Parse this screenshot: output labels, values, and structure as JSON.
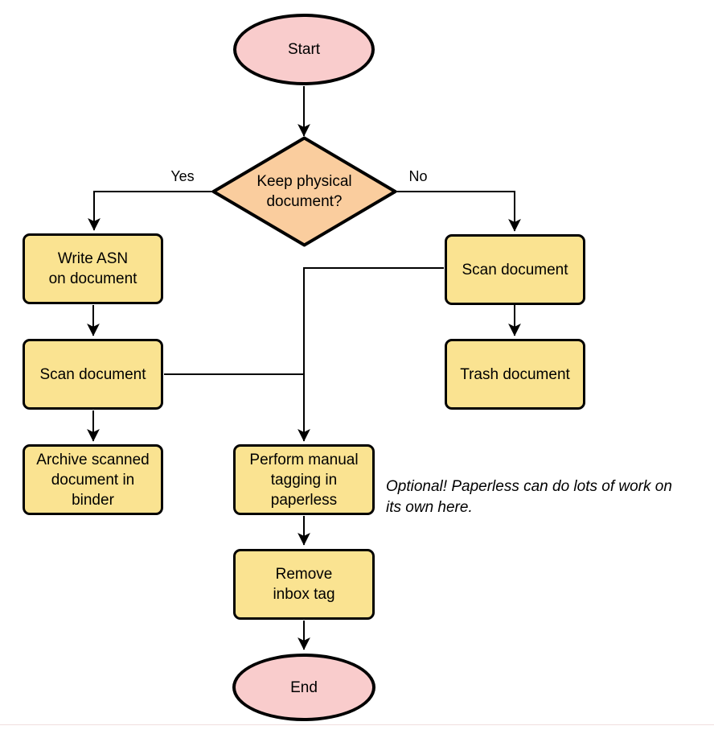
{
  "diagram": {
    "nodes": {
      "start": {
        "label": "Start",
        "shape": "terminal"
      },
      "decision": {
        "label": "Keep physical\ndocument?",
        "shape": "decision"
      },
      "write_asn": {
        "label": "Write ASN\non document",
        "shape": "process"
      },
      "scan_left": {
        "label": "Scan document",
        "shape": "process"
      },
      "archive": {
        "label": "Archive scanned\ndocument in\nbinder",
        "shape": "process"
      },
      "scan_right": {
        "label": "Scan document",
        "shape": "process"
      },
      "trash": {
        "label": "Trash document",
        "shape": "process"
      },
      "tagging": {
        "label": "Perform manual\ntagging in\npaperless",
        "shape": "process"
      },
      "remove_inbox": {
        "label": "Remove\ninbox tag",
        "shape": "process"
      },
      "end": {
        "label": "End",
        "shape": "terminal"
      }
    },
    "edge_labels": {
      "yes": "Yes",
      "no": "No"
    },
    "note": "Optional! Paperless can do lots of work on\nits own here.",
    "colors": {
      "terminal-fill": "#F9CCCC",
      "decision-fill": "#FACD9E",
      "process-fill": "#FAE391",
      "edge": "#000000",
      "bottom-rule": "#f0dede"
    }
  }
}
